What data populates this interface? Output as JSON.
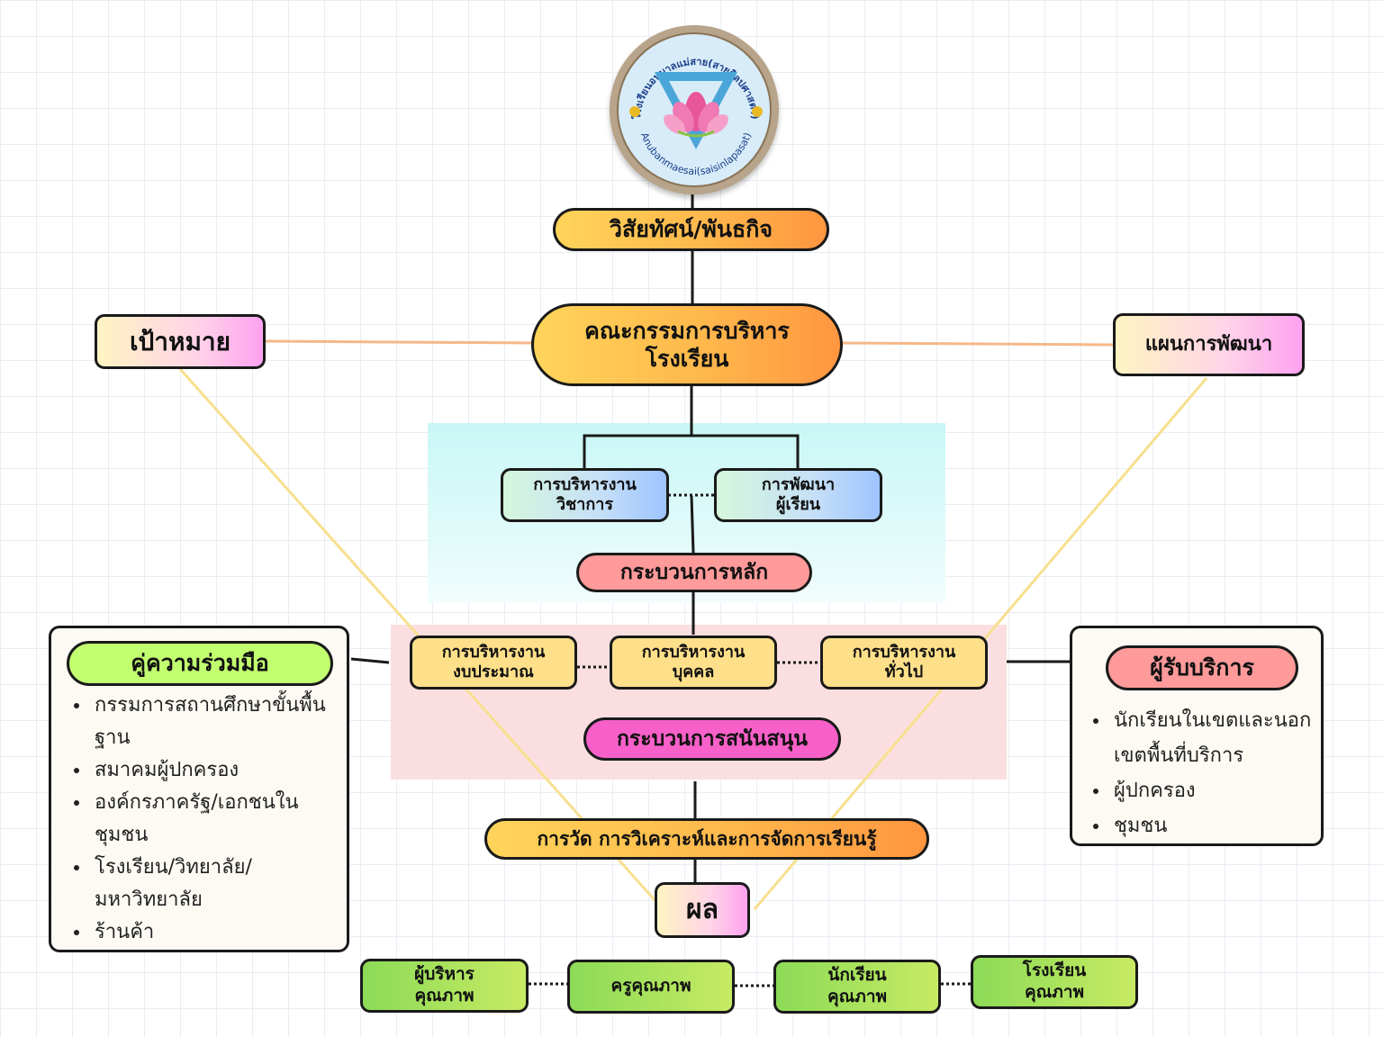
{
  "logo": {
    "top_text": "โรงเรียนอนุบาลแม่สาย(สายศิลปศาสตร์)",
    "bottom_text": "Anubanmaesai(saisinlapasat)"
  },
  "vision": "วิสัยทัศน์/พันธกิจ",
  "committee": {
    "line1": "คณะกรรมการบริหาร",
    "line2": "โรงเรียน"
  },
  "goal": "เป้าหมาย",
  "dev_plan": "แผนการพัฒนา",
  "core": {
    "academic": {
      "line1": "การบริหารงาน",
      "line2": "วิชาการ"
    },
    "student_dev": {
      "line1": "การพัฒนา",
      "line2": "ผู้เรียน"
    },
    "label": "กระบวนการหลัก"
  },
  "support": {
    "budget": {
      "line1": "การบริหารงาน",
      "line2": "งบประมาณ"
    },
    "personnel": {
      "line1": "การบริหารงาน",
      "line2": "บุคคล"
    },
    "general": {
      "line1": "การบริหารงาน",
      "line2": "ทั่วไป"
    },
    "label": "กระบวนการสนันสนุน"
  },
  "measurement": "การวัด การวิเคราะห์และการจัดการเรียนรู้",
  "result": "ผล",
  "partners": {
    "title": "คู่ความร่วมมือ",
    "items": [
      "กรรมการสถานศึกษาขั้นพื้นฐาน",
      "สมาคมผู้ปกครอง",
      "องค์กรภาครัฐ/เอกชนในชุมชน",
      "โรงเรียน/วิทยาลัย/มหาวิทยาลัย",
      "ร้านค้า"
    ]
  },
  "clients": {
    "title": "ผู้รับบริการ",
    "items": [
      "นักเรียนในเขตและนอกเขตพื้นที่บริการ",
      "ผู้ปกครอง",
      "ชุมชน"
    ]
  },
  "quality": {
    "admin": {
      "line1": "ผู้บริหาร",
      "line2": "คุณภาพ"
    },
    "teacher": "ครูคุณภาพ",
    "student": {
      "line1": "นักเรียน",
      "line2": "คุณภาพ"
    },
    "school": {
      "line1": "โรงเรียน",
      "line2": "คุณภาพ"
    }
  },
  "colors": {
    "orange_gradient": "#ff9640",
    "salmon": "#ff9a9a",
    "magenta": "#f760c9",
    "green": "#8cdb57",
    "cyan_band": "#c9f7f6",
    "pink_band": "#fbdfe0"
  }
}
